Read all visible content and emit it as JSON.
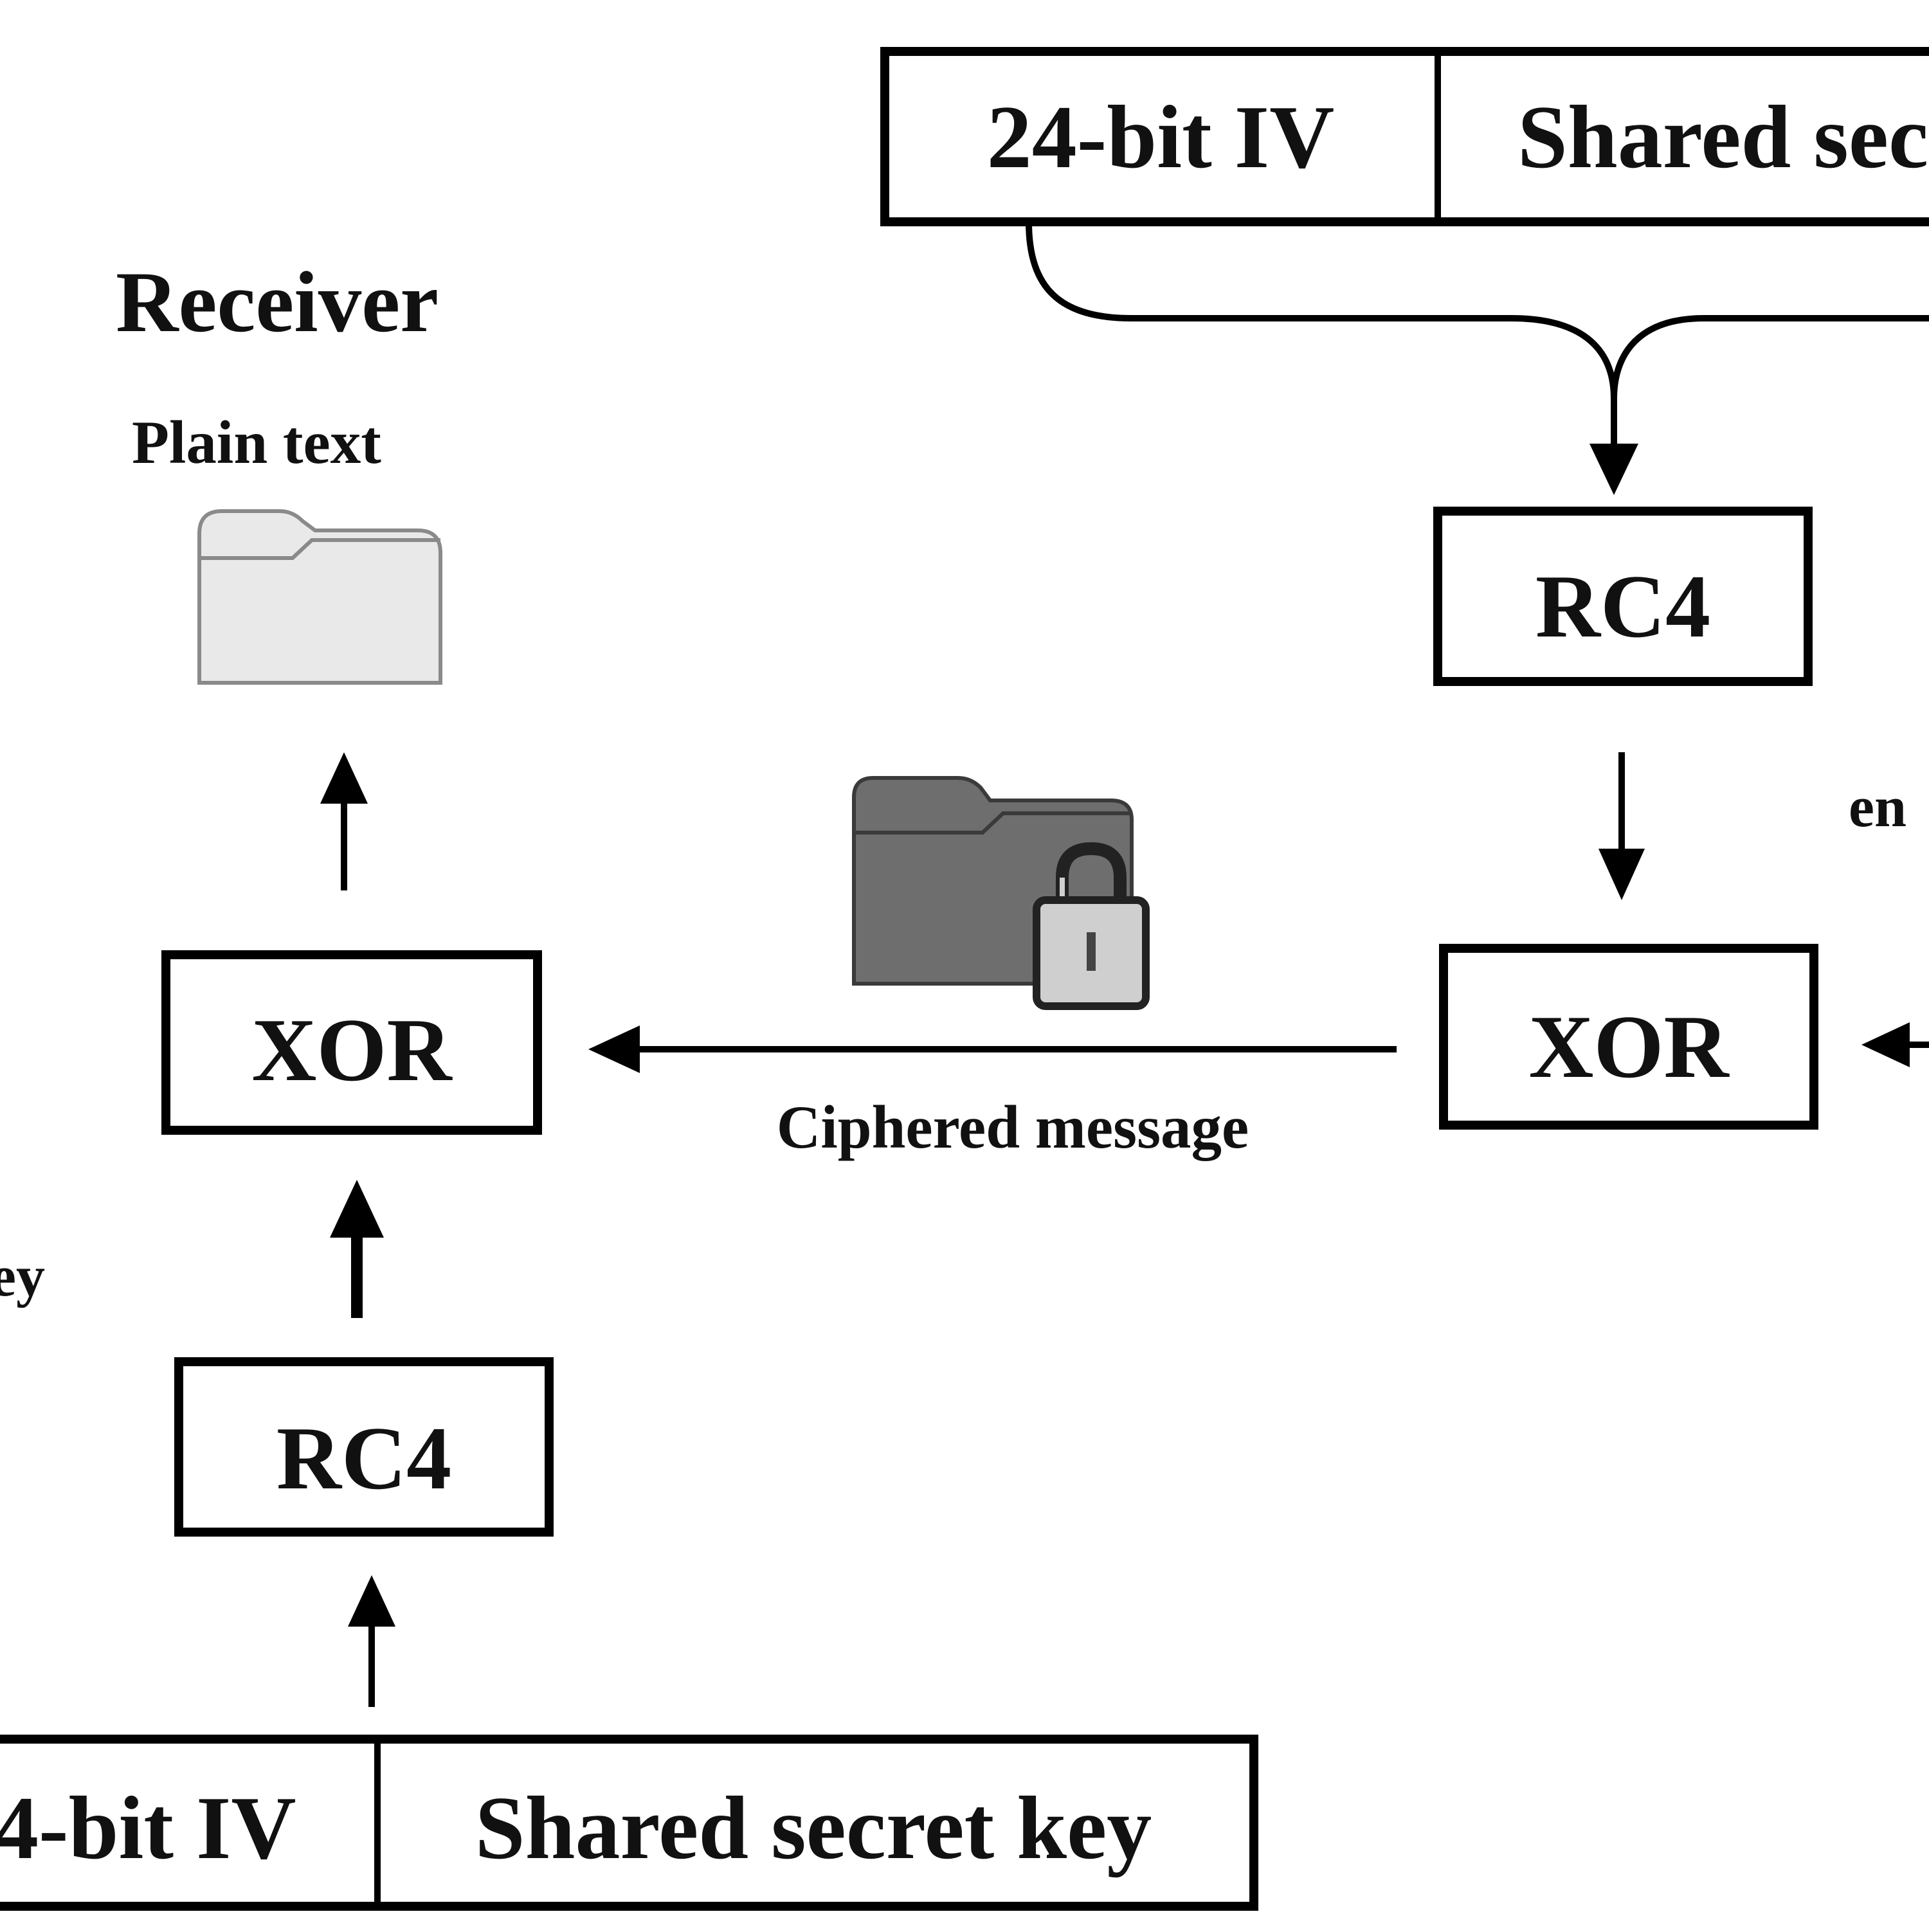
{
  "title": "Receiver",
  "plain_text_label": "Plain text",
  "ciphered_message_label": "Ciphered message",
  "top_key": {
    "iv_label": "24-bit IV",
    "secret_label": "Shared sec"
  },
  "bottom_key": {
    "iv_label": "4-bit IV",
    "secret_label": "Shared secret key"
  },
  "right_rc4_label": "RC4",
  "right_xor_label": "XOR",
  "left_xor_label": "XOR",
  "left_rc4_label": "RC4",
  "right_cut_label": "en",
  "left_cut_label": "ey",
  "icons": {
    "plain_file": "folder-icon",
    "encrypted_file": "locked-folder-icon"
  },
  "colors": {
    "line": "#000000",
    "folder_light": "#e9e9e9",
    "folder_dark": "#6e6e6e",
    "lock": "#cfcfcf"
  }
}
